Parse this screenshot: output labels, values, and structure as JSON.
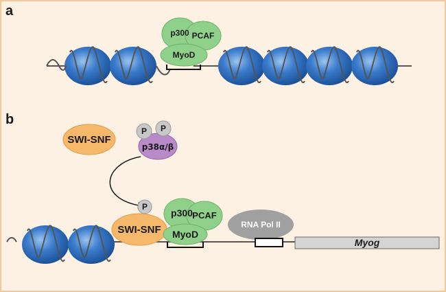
{
  "panels": {
    "a": {
      "label": "a",
      "proteins": {
        "p300": "p300",
        "pcaf": "PCAF",
        "myod": "MyoD"
      }
    },
    "b": {
      "label": "b",
      "free_swi_snf": "SWI-SNF",
      "kinase": "p38α/β",
      "phospho": "P",
      "bound_swi_snf": "SWI-SNF",
      "proteins": {
        "p300": "p300",
        "pcaf": "PCAF",
        "myod": "MyoD"
      },
      "polymerase": "RNA Pol II",
      "gene": "Myog"
    }
  },
  "colors": {
    "background": "#fdf1e4",
    "nucleosome": "#2f6fc4",
    "green_protein": "#8fd08a",
    "swi_snf": "#f6b86a",
    "kinase": "#b88ac8",
    "phospho": "#c8c8c8",
    "polymerase": "#a0a0a0",
    "gene_box": "#d4d4d4",
    "dna": "#555555"
  }
}
